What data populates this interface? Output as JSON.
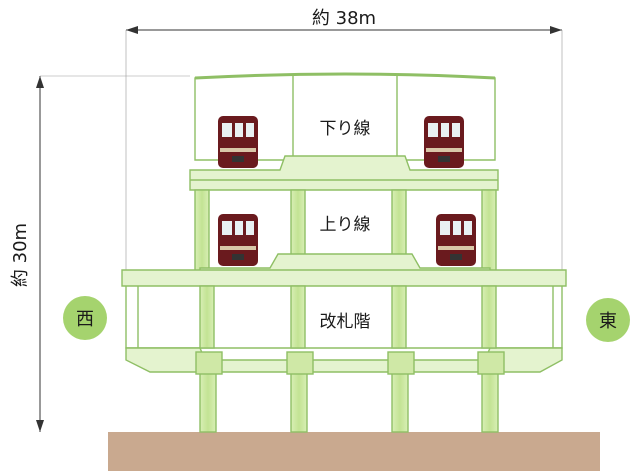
{
  "diagram": {
    "width_label": "約 38m",
    "height_label": "約 30m",
    "floors": {
      "top": "下り線",
      "middle": "上り線",
      "bottom": "改札階"
    },
    "directions": {
      "west": "西",
      "east": "東"
    },
    "colors": {
      "structure_fill": "#e4f3cf",
      "structure_stroke": "#8fbf65",
      "column_fill": "#cfe8a6",
      "ground": "#c9a98f",
      "train_body": "#6a1a1e",
      "direction_badge": "#a5d36e"
    }
  }
}
